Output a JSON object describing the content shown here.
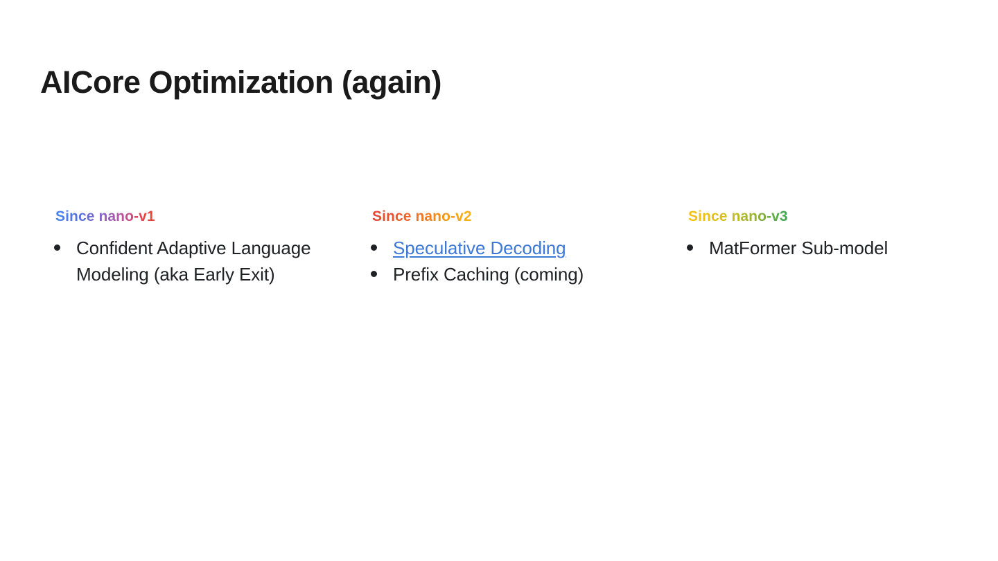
{
  "slide": {
    "title": "AICore Optimization (again)",
    "background_color": "#ffffff",
    "text_color": "#202124"
  },
  "columns": [
    {
      "heading": "Since nano-v1",
      "heading_gradient": [
        "#4285f4",
        "#8a62c4",
        "#ea4335"
      ],
      "items": [
        {
          "text": "Confident Adaptive Language Modeling (aka Early Exit)",
          "is_link": false
        }
      ]
    },
    {
      "heading": "Since nano-v2",
      "heading_gradient": [
        "#ea4335",
        "#f2781f",
        "#fcb316"
      ],
      "items": [
        {
          "text": "Speculative Decoding",
          "is_link": true,
          "link_color": "#3c78d8"
        },
        {
          "text": "Prefix Caching (coming)",
          "is_link": false
        }
      ]
    },
    {
      "heading": "Since nano-v3",
      "heading_gradient": [
        "#f9c00c",
        "#96b330",
        "#34a853"
      ],
      "items": [
        {
          "text": "MatFormer Sub-model",
          "is_link": false
        }
      ]
    }
  ]
}
